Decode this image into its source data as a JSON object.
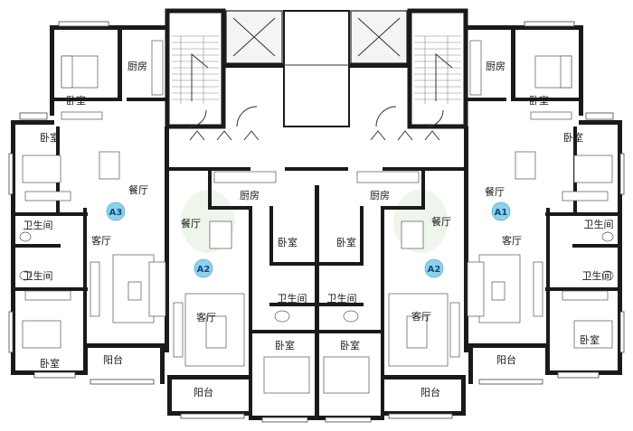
{
  "plan": {
    "rooms": [
      {
        "id": "bedroom-a3-top",
        "text": "卧室"
      },
      {
        "id": "kitchen-a3",
        "text": "厨房"
      },
      {
        "id": "bedroom-a3-2",
        "text": "卧室"
      },
      {
        "id": "dining-a3",
        "text": "餐厅"
      },
      {
        "id": "bath-a3-1",
        "text": "卫生间"
      },
      {
        "id": "living-a3",
        "text": "客厅"
      },
      {
        "id": "bath-a3-2",
        "text": "卫生间"
      },
      {
        "id": "bedroom-a3-bottom",
        "text": "卧室"
      },
      {
        "id": "balcony-a3",
        "text": "阳台"
      },
      {
        "id": "kitchen-a2-left",
        "text": "厨房"
      },
      {
        "id": "dining-a2-left",
        "text": "餐厅"
      },
      {
        "id": "bedroom-a2-left-mid",
        "text": "卧室"
      },
      {
        "id": "bath-a2-left",
        "text": "卫生间"
      },
      {
        "id": "living-a2-left",
        "text": "客厅"
      },
      {
        "id": "bedroom-a2-left-bot",
        "text": "卧室"
      },
      {
        "id": "balcony-a2-left",
        "text": "阳台"
      },
      {
        "id": "kitchen-a2-right",
        "text": "厨房"
      },
      {
        "id": "bedroom-a2-right-mid",
        "text": "卧室"
      },
      {
        "id": "dining-a2-right",
        "text": "餐厅"
      },
      {
        "id": "bath-a2-right",
        "text": "卫生间"
      },
      {
        "id": "living-a2-right",
        "text": "客厅"
      },
      {
        "id": "bedroom-a2-right-bot",
        "text": "卧室"
      },
      {
        "id": "balcony-a2-right",
        "text": "阳台"
      },
      {
        "id": "kitchen-a1",
        "text": "厨房"
      },
      {
        "id": "bedroom-a1-top",
        "text": "卧室"
      },
      {
        "id": "bedroom-a1-2",
        "text": "卧室"
      },
      {
        "id": "dining-a1",
        "text": "餐厅"
      },
      {
        "id": "living-a1",
        "text": "客厅"
      },
      {
        "id": "bath-a1-1",
        "text": "卫生间"
      },
      {
        "id": "bath-a1-2",
        "text": "卫生间"
      },
      {
        "id": "bedroom-a1-bottom",
        "text": "卧室"
      },
      {
        "id": "balcony-a1",
        "text": "阳台"
      }
    ],
    "units": [
      {
        "id": "a3",
        "label": "A3"
      },
      {
        "id": "a2-left",
        "label": "A2"
      },
      {
        "id": "a2-right",
        "label": "A2"
      },
      {
        "id": "a1",
        "label": "A1"
      }
    ],
    "colors": {
      "wall": "#1a1a1a",
      "badge": "#8fd0ea",
      "badge_text": "#0e4b86"
    },
    "icons": [
      "elevator-icon",
      "stair-icon",
      "sofa-icon",
      "bed-icon",
      "dining-table-icon",
      "toilet-icon"
    ]
  }
}
